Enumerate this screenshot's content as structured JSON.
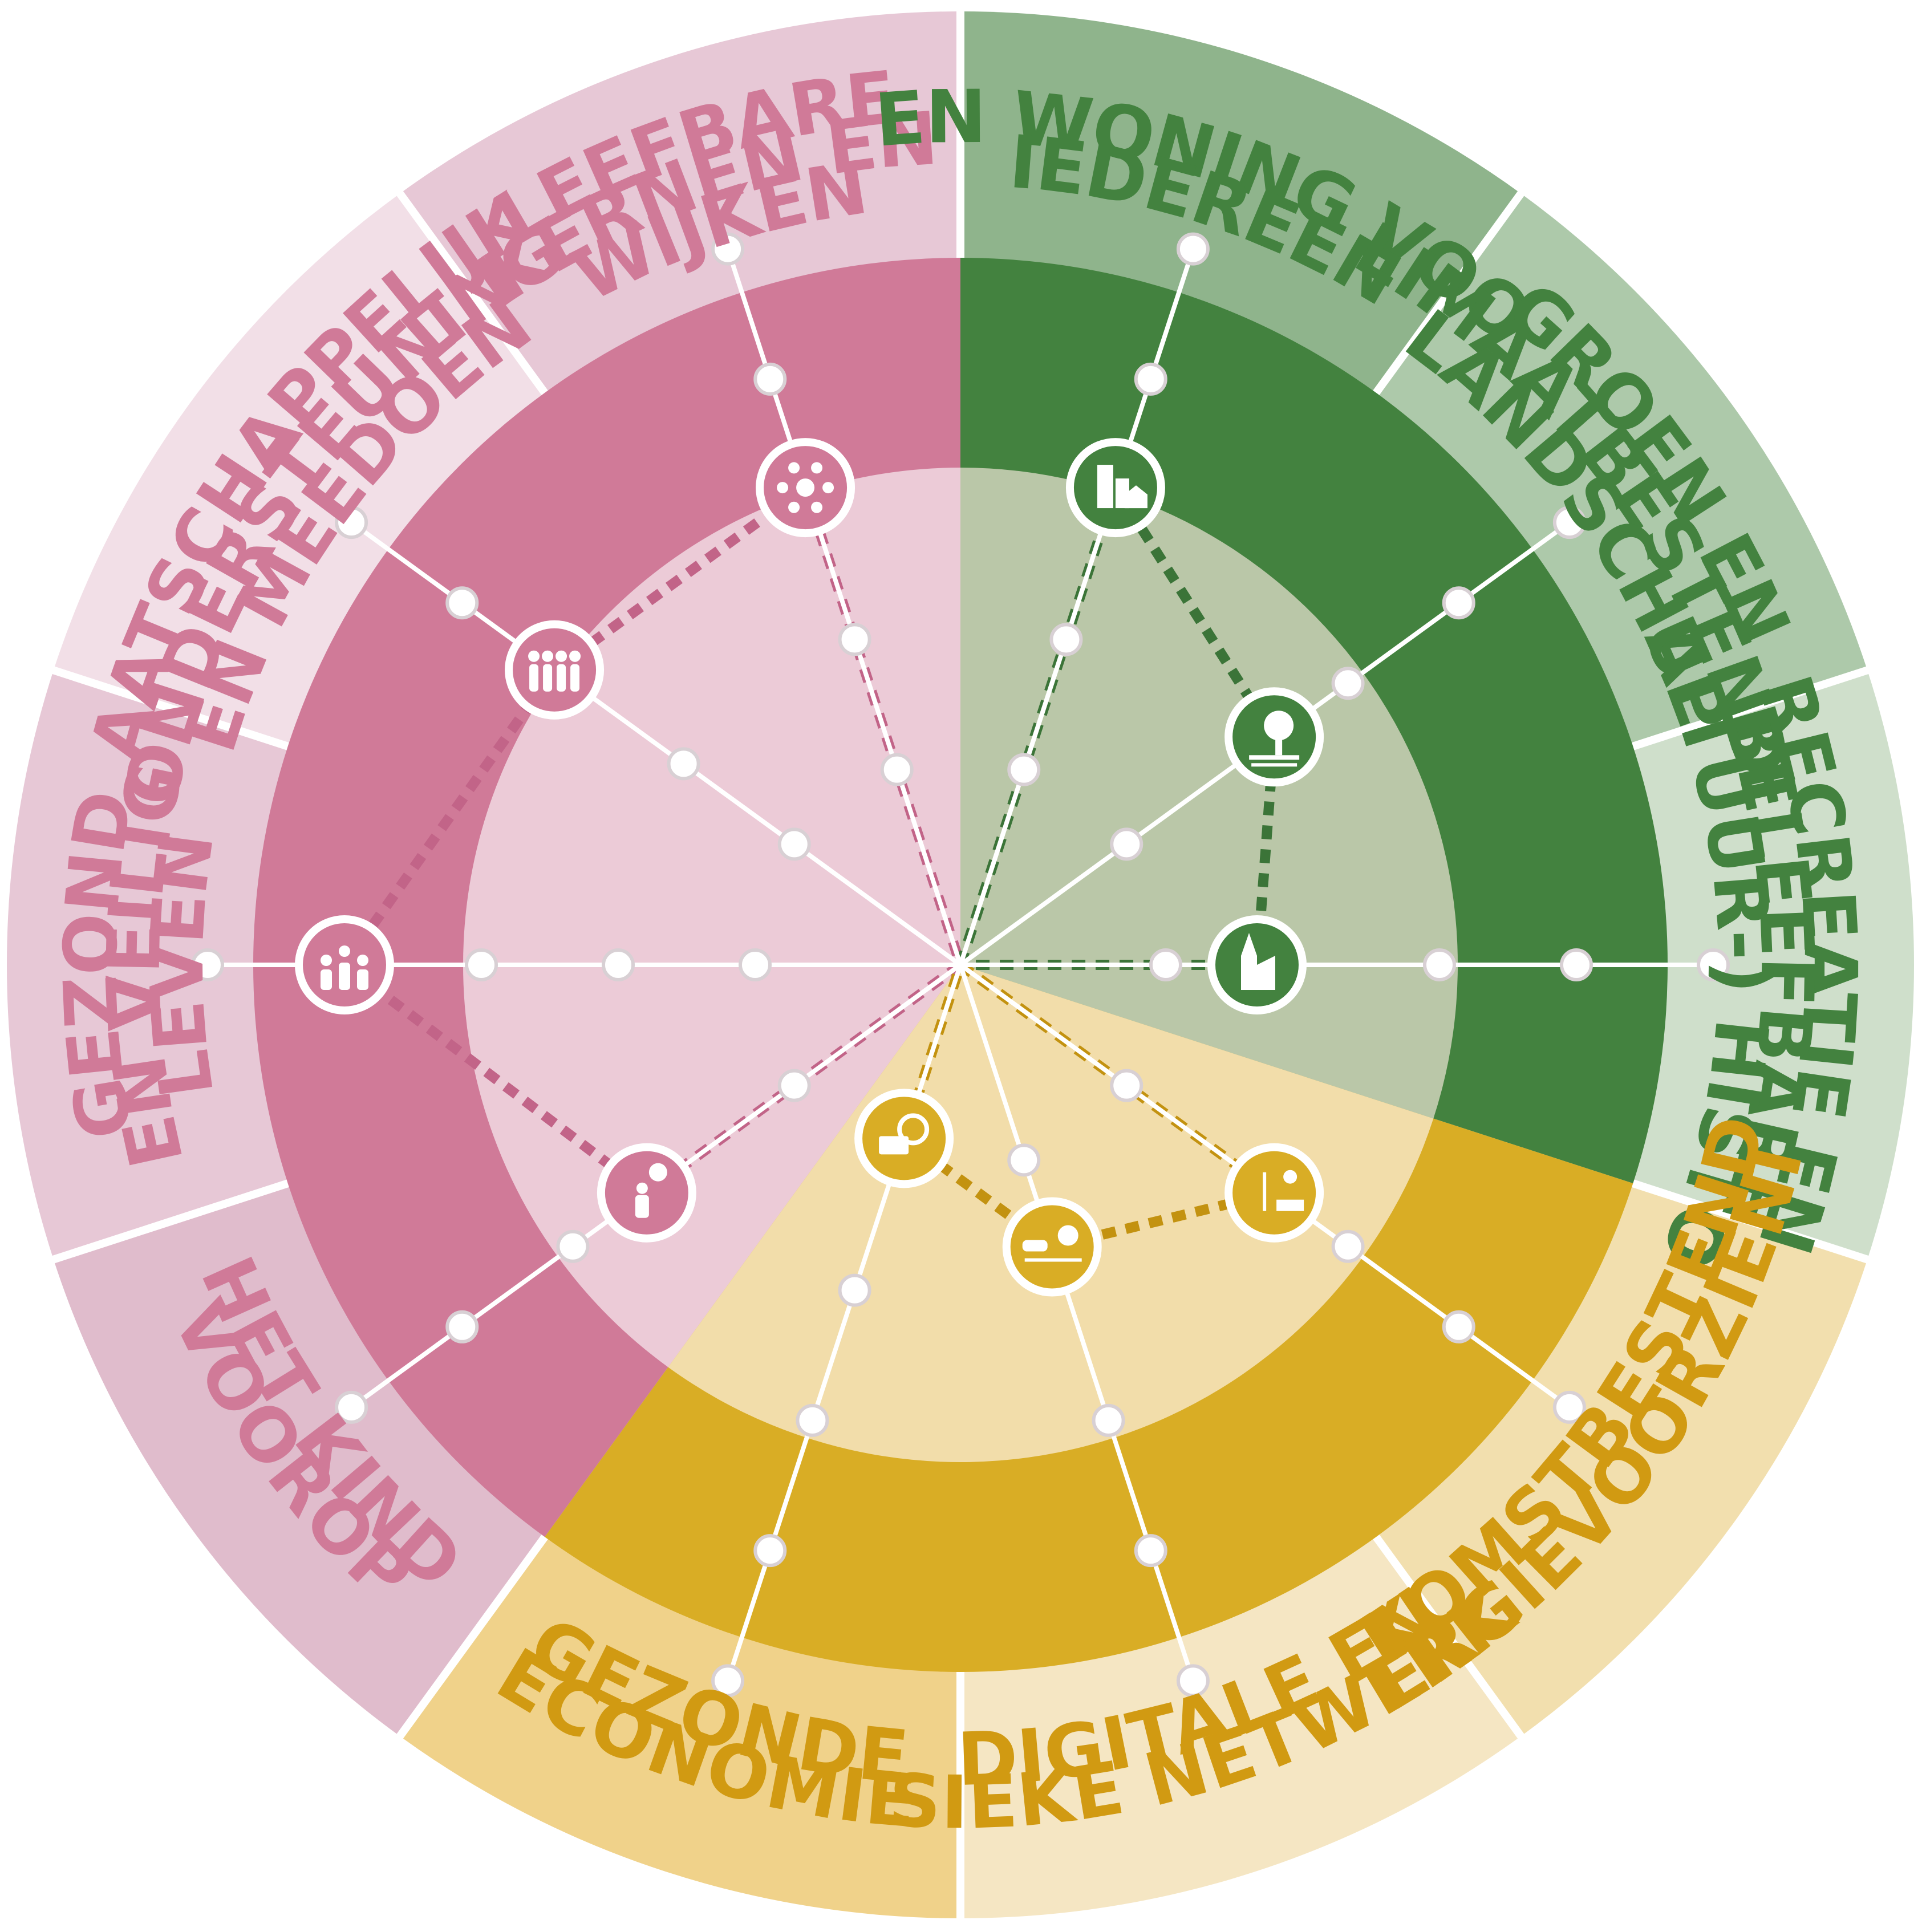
{
  "segments": [
    {
      "id": "het-kind-voorop",
      "label_lines": [
        "HET KIND",
        "VOOROP"
      ],
      "group": "social",
      "icon": "child-balloon-icon",
      "level": 3
    },
    {
      "id": "gezond-en-veilig-leven",
      "label_lines": [
        "GEZOND",
        "EN VEILIG",
        "LEVEN"
      ],
      "group": "social",
      "icon": "family-health-icon",
      "level": 5
    },
    {
      "id": "maatschappelijke-ondersteuning",
      "label_lines": [
        "MAATSCHAPPELIJKE",
        "ONDERSTEUNING",
        "EN MEEDOEN"
      ],
      "group": "social",
      "icon": "people-together-icon",
      "level": 4
    },
    {
      "id": "leefbare-kernen-en-wijken",
      "label_lines": [
        "LEEFBARE",
        "KERNEN EN",
        "WIJKEN"
      ],
      "group": "social",
      "icon": "community-heart-icon",
      "level": 4
    },
    {
      "id": "een-woning-voor-iedereen",
      "label_lines": [
        "EEN WONING VOOR",
        "IEDEREEN"
      ],
      "group": "physical",
      "icon": "housing-icon",
      "level": 4
    },
    {
      "id": "groen-en-klimaatbestendig-landschap",
      "label_lines": [
        "GROEN EN",
        "KLIMAATBESTENDIG",
        "LANDSCHAP"
      ],
      "group": "physical",
      "icon": "tree-landscape-icon",
      "level": 3
    },
    {
      "id": "recreatie-en-beleefbare-historie",
      "label_lines": [
        "RECREATIE EN",
        "BELEEFBARE",
        "(CULTUUR-) HISTORIE"
      ],
      "group": "physical",
      "icon": "church-icon",
      "level": 2
    },
    {
      "id": "toekomstbestendige-energievoorziening",
      "label_lines": [
        "TOEKOMSTBESTENDIGE",
        "ENERGIEVOORZIENING"
      ],
      "group": "economic",
      "icon": "renewable-energy-icon",
      "level": 3
    },
    {
      "id": "digitale-en-fysieke-netwerken",
      "label_lines": [
        "DIGITALE EN",
        "FYSIEKE NETWERKEN"
      ],
      "group": "economic",
      "icon": "network-car-cloud-icon",
      "level": 2
    },
    {
      "id": "gezonde-economie",
      "label_lines": [
        "GEZONDE",
        "ECONOMIE"
      ],
      "group": "economic",
      "icon": "euro-cycle-icon",
      "level": 1
    }
  ],
  "colors": {
    "social": {
      "inner": "#eccbd7",
      "band": "#d07a98",
      "outer_a": "#e0bccc",
      "outer_b": "#e7c8d6",
      "outer_c": "#f2dfe7",
      "text": "#d07a98",
      "dash": "#c26488"
    },
    "physical": {
      "inner": "#bac7a8",
      "band": "#43823f",
      "outer_a": "#8fb48c",
      "outer_b": "#adc9aa",
      "outer_c": "#cfdfcb",
      "text": "#43823f",
      "dash": "#3b7438"
    },
    "economic": {
      "inner": "#f2ddaa",
      "band": "#d9ad25",
      "outer_a": "#f5e6c3",
      "outer_b": "#f2dfae",
      "outer_c": "#f0d28a",
      "text": "#d19a12",
      "dash": "#c39210"
    }
  }
}
